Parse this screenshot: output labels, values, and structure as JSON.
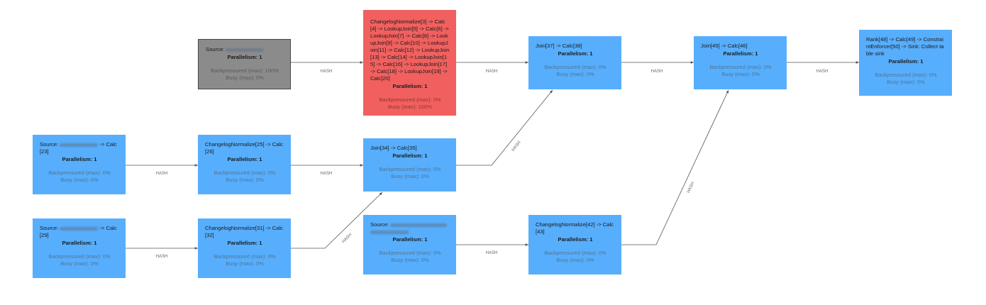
{
  "nodes": {
    "n1": {
      "name": "Source: ",
      "par": "Parallelism: 1",
      "bp": "Backpressured (max): 100%",
      "busy": "Busy (max): 0%"
    },
    "n2": {
      "name": "ChangelogNormalize[3] -> Calc[4] -> LookupJoin[5] -> Calc[6] -> LookupJoin[7] -> Calc[8] -> LookupJoin[9] -> Calc[10] -> LookupJoin[11] -> Calc[12] -> LookupJoin[13] -> Calc[14] -> LookupJoin[15] -> Calc[16] -> LookupJoin[17] -> Calc[18] -> LookupJoin[19] -> Calc[20]",
      "par": "Parallelism: 1",
      "bp": "Backpressured (max): 0%",
      "busy": "Busy (max): 100%"
    },
    "n3": {
      "name": "Join[37] -> Calc[38]",
      "par": "Parallelism: 1",
      "bp": "Backpressured (max): 0%",
      "busy": "Busy (max): 0%"
    },
    "n4": {
      "name": "Join[45] -> Calc[46]",
      "par": "Parallelism: 1",
      "bp": "Backpressured (max): 0%",
      "busy": "Busy (max): 0%"
    },
    "n5": {
      "name": "Rank[48] -> Calc[49] -> ConstraintEnforcer[50] -> Sink: Collect table sink",
      "par": "Parallelism: 1",
      "bp": "Backpressured (max): 0%",
      "busy": "Busy (max): 0%"
    },
    "n6": {
      "name_pre": "Source: ",
      "name_post": " -> Calc[23]",
      "par": "Parallelism: 1",
      "bp": "Backpressured (max): 0%",
      "busy": "Busy (max): 0%"
    },
    "n7": {
      "name": "ChangelogNormalize[25] -> Calc[26]",
      "par": "Parallelism: 1",
      "bp": "Backpressured (max): 0%",
      "busy": "Busy (max): 0%"
    },
    "n8": {
      "name": "Join[34] -> Calc[35]",
      "par": "Parallelism: 1",
      "bp": "Backpressured (max): 0%",
      "busy": "Busy (max): 0%"
    },
    "n9": {
      "name_pre": "Source: ",
      "name_post": " -> Calc[29]",
      "par": "Parallelism: 1",
      "bp": "Backpressured (max): 0%",
      "busy": "Busy (max): 0%"
    },
    "n10": {
      "name": "ChangelogNormalize[31] -> Calc[32]",
      "par": "Parallelism: 1",
      "bp": "Backpressured (max): 0%",
      "busy": "Busy (max): 0%"
    },
    "n11": {
      "name": "Source: ",
      "par": "Parallelism: 1",
      "bp": "Backpressured (max): 0%",
      "busy": "Busy (max): 0%"
    },
    "n12": {
      "name": "ChangelogNormalize[42] -> Calc[43]",
      "par": "Parallelism: 1",
      "bp": "Backpressured (max): 0%",
      "busy": "Busy (max): 0%"
    }
  },
  "edge_label": "HASH",
  "colors": {
    "normal": "#57aefd",
    "backpressured": "#8b8b8b",
    "busy": "#f1605f",
    "edge": "#555555"
  }
}
